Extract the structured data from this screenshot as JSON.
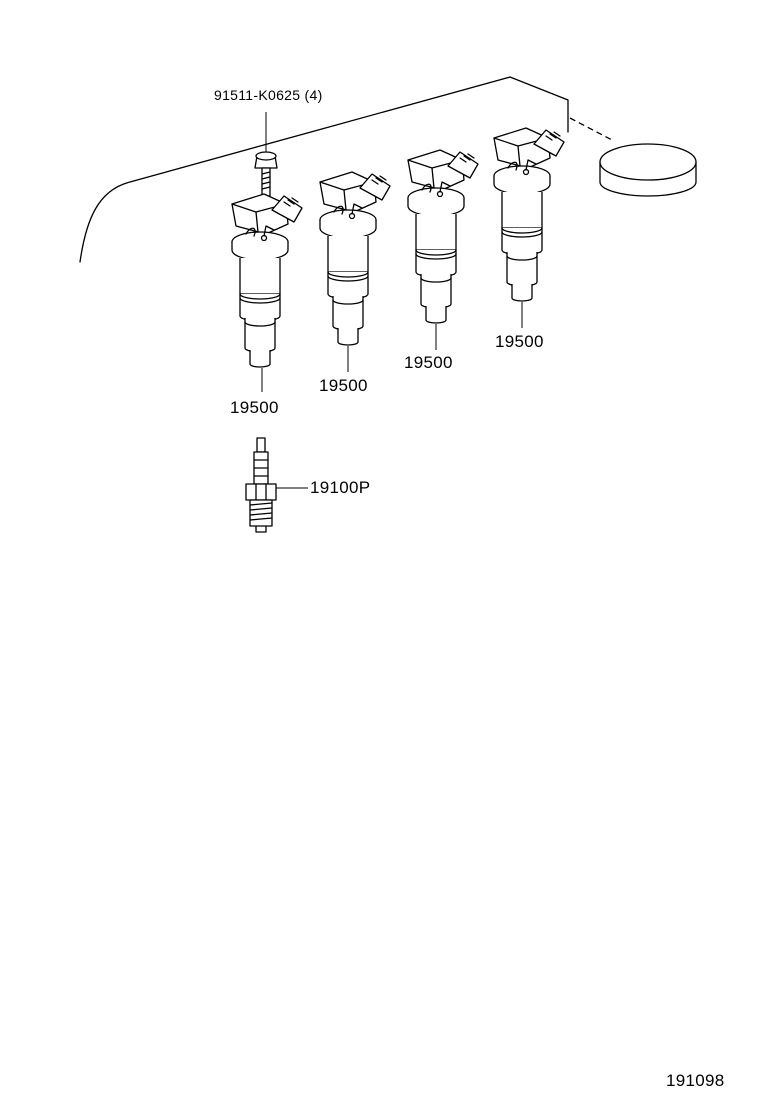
{
  "labels": {
    "bolt": "91511-K0625 (4)",
    "coil1": "19500",
    "coil2": "19500",
    "coil3": "19500",
    "coil4": "19500",
    "spark_plug": "19100P",
    "diagram_code": "191098"
  }
}
